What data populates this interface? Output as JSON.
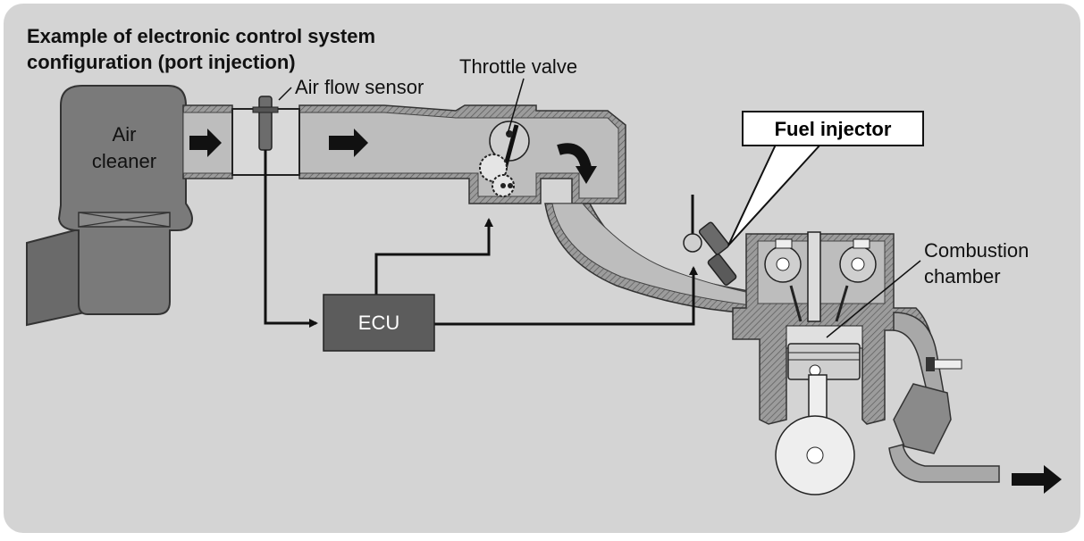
{
  "title": {
    "line1": "Example of electronic control system",
    "line2": "configuration (port injection)"
  },
  "labels": {
    "air_cleaner_line1": "Air",
    "air_cleaner_line2": "cleaner",
    "air_flow_sensor": "Air flow sensor",
    "throttle_valve": "Throttle valve",
    "fuel_injector": "Fuel injector",
    "ecu": "ECU",
    "combustion_line1": "Combustion",
    "combustion_line2": "chamber"
  },
  "colors": {
    "panel": "#d4d4d4",
    "component": "#7a7a7a",
    "component_dark": "#5e5e5e",
    "ecu": "#5c5c5c",
    "pipe_fill": "#b8b8b8",
    "arrow": "#111111"
  }
}
